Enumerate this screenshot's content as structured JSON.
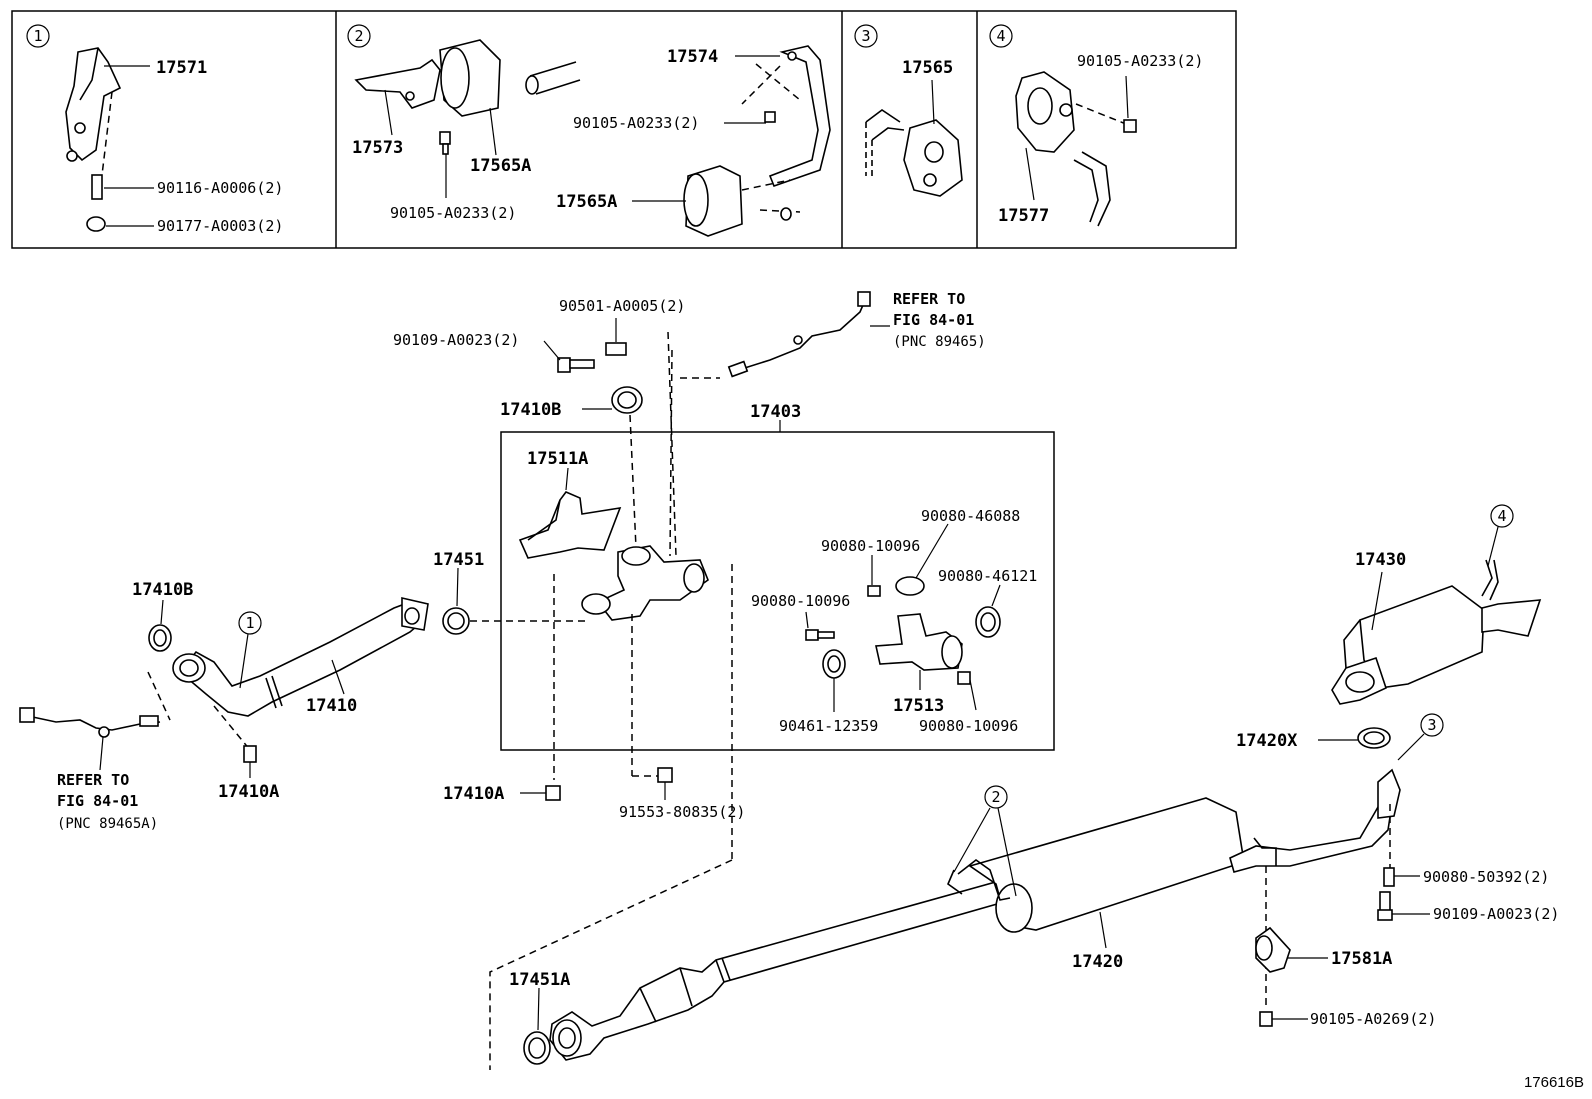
{
  "figure_id": "176616B",
  "panels": [
    {
      "number": "1",
      "parts": [
        "17571",
        "90116-A0006(2)",
        "90177-A0003(2)"
      ]
    },
    {
      "number": "2",
      "parts": [
        "17574",
        "17573",
        "17565A",
        "90105-A0233(2)",
        "90105-A0233(2)",
        "17565A"
      ]
    },
    {
      "number": "3",
      "parts": [
        "17565"
      ]
    },
    {
      "number": "4",
      "parts": [
        "90105-A0233(2)",
        "17577"
      ]
    }
  ],
  "parts": {
    "p90501": "90501-A0005(2)",
    "p90109a": "90109-A0023(2)",
    "p17410b_top": "17410B",
    "p17403": "17403",
    "p17511a": "17511A",
    "p90080_46088": "90080-46088",
    "p90080_10096_a": "90080-10096",
    "p90080_46121": "90080-46121",
    "p90080_10096_b": "90080-10096",
    "p17513": "17513",
    "p90461": "90461-12359",
    "p90080_10096_c": "90080-10096",
    "p17451": "17451",
    "p17410b_left": "17410B",
    "p17410": "17410",
    "p17410a_left": "17410A",
    "p17410a_mid": "17410A",
    "p91553": "91553-80835(2)",
    "p17430": "17430",
    "p17420x": "17420X",
    "p17420": "17420",
    "p90080_50392": "90080-50392(2)",
    "p90109b": "90109-A0023(2)",
    "p17581a": "17581A",
    "p90105_0269": "90105-A0269(2)",
    "p17451a": "17451A"
  },
  "callouts": [
    "1",
    "2",
    "3",
    "4"
  ],
  "refs": {
    "right": {
      "line1": "REFER TO",
      "line2": "FIG 84-01",
      "line3": "(PNC 89465)"
    },
    "left": {
      "line1": "REFER TO",
      "line2": "FIG 84-01",
      "line3": "(PNC 89465A)"
    }
  }
}
